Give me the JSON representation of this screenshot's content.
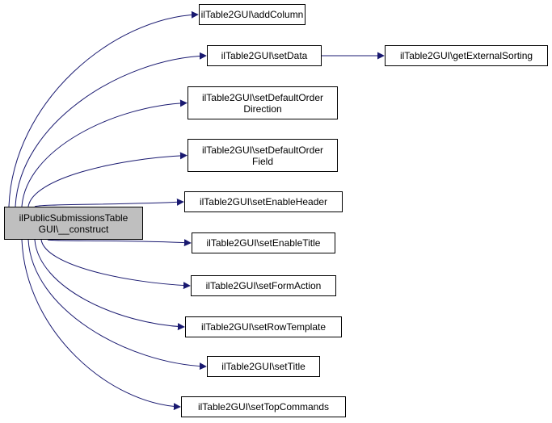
{
  "root": {
    "lines": [
      "ilPublicSubmissionsTable",
      "GUI\\__construct"
    ]
  },
  "nodes": [
    {
      "id": "addColumn",
      "lines": [
        "ilTable2GUI\\addColumn"
      ]
    },
    {
      "id": "setData",
      "lines": [
        "ilTable2GUI\\setData"
      ]
    },
    {
      "id": "setDefaultOrderDirection",
      "lines": [
        "ilTable2GUI\\setDefaultOrder",
        "Direction"
      ]
    },
    {
      "id": "setDefaultOrderField",
      "lines": [
        "ilTable2GUI\\setDefaultOrder",
        "Field"
      ]
    },
    {
      "id": "setEnableHeader",
      "lines": [
        "ilTable2GUI\\setEnableHeader"
      ]
    },
    {
      "id": "setEnableTitle",
      "lines": [
        "ilTable2GUI\\setEnableTitle"
      ]
    },
    {
      "id": "setFormAction",
      "lines": [
        "ilTable2GUI\\setFormAction"
      ]
    },
    {
      "id": "setRowTemplate",
      "lines": [
        "ilTable2GUI\\setRowTemplate"
      ]
    },
    {
      "id": "setTitle",
      "lines": [
        "ilTable2GUI\\setTitle"
      ]
    },
    {
      "id": "setTopCommands",
      "lines": [
        "ilTable2GUI\\setTopCommands"
      ]
    },
    {
      "id": "getExternalSorting",
      "lines": [
        "ilTable2GUI\\getExternalSorting"
      ]
    }
  ],
  "edges": [
    {
      "from": "root",
      "to": "addColumn"
    },
    {
      "from": "root",
      "to": "setData"
    },
    {
      "from": "root",
      "to": "setDefaultOrderDirection"
    },
    {
      "from": "root",
      "to": "setDefaultOrderField"
    },
    {
      "from": "root",
      "to": "setEnableHeader"
    },
    {
      "from": "root",
      "to": "setEnableTitle"
    },
    {
      "from": "root",
      "to": "setFormAction"
    },
    {
      "from": "root",
      "to": "setRowTemplate"
    },
    {
      "from": "root",
      "to": "setTitle"
    },
    {
      "from": "root",
      "to": "setTopCommands"
    },
    {
      "from": "setData",
      "to": "getExternalSorting"
    }
  ],
  "colors": {
    "edge": "#191970",
    "root_fill": "#bfbfbf",
    "node_fill": "#ffffff",
    "border": "#000000"
  }
}
